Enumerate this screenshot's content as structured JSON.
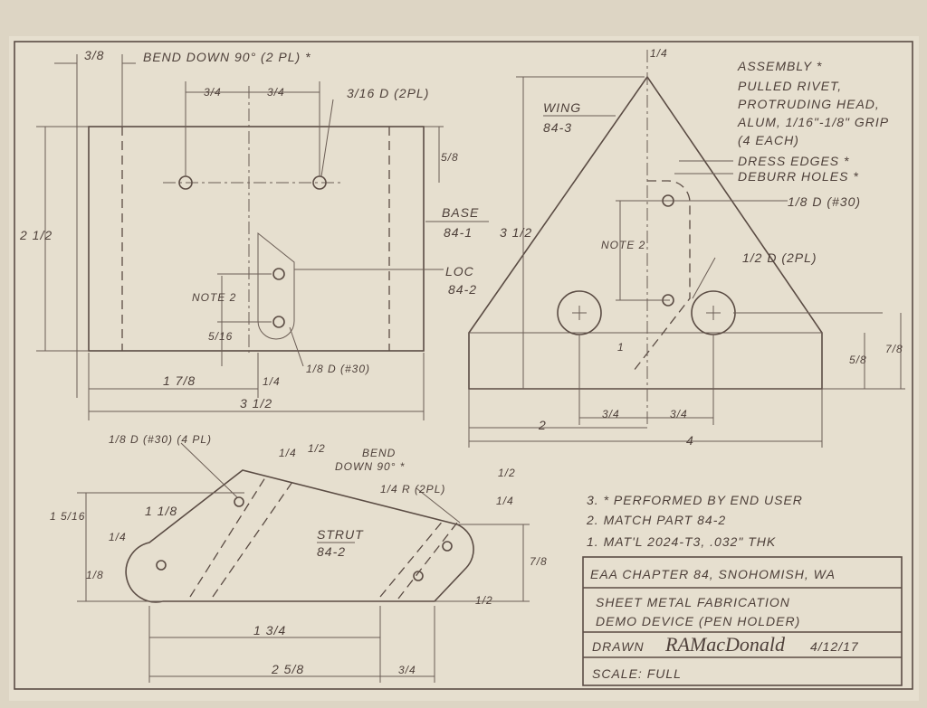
{
  "base_view": {
    "bend_offset": "3/8",
    "bend_note": "BEND DOWN 90° (2 PL) *",
    "hole_spacing_left": "3/4",
    "hole_spacing_right": "3/4",
    "hole_callout": "3/16 D (2PL)",
    "hole_from_top": "5/8",
    "height": "2 1/2",
    "part_name": "BASE",
    "part_number": "84-1",
    "loc_name": "LOC",
    "loc_number": "84-2",
    "note_ref": "NOTE 2",
    "loc_offset": "5/16",
    "loc_hole": "1/8 D (#30)",
    "loc_from_left": "1 7/8",
    "loc_width": "1/4",
    "width": "3 1/2"
  },
  "wing_view": {
    "top_width": "1/4",
    "part_name": "WING",
    "part_number": "84-3",
    "height": "3 1/2",
    "note_ref": "NOTE 2",
    "small_hole": "1/8 D (#30)",
    "large_hole": "1/2 D (2PL)",
    "hole_spacing": "1",
    "hole_height": "5/8",
    "base_height": "7/8",
    "hole_left": "3/4",
    "hole_right": "3/4",
    "half_width": "2",
    "width": "4",
    "dress_edges": "DRESS EDGES *",
    "deburr_holes": "DEBURR HOLES *"
  },
  "assembly_note": {
    "title": "ASSEMBLY *",
    "lines": [
      "PULLED RIVET,",
      "PROTRUDING HEAD,",
      "ALUM, 1/16\"-1/8\" GRIP",
      "(4 EACH)"
    ]
  },
  "strut_view": {
    "hole_callout": "1/8 D (#30) (4 PL)",
    "top_dim_a": "1/4",
    "top_dim_b": "1/2",
    "bend_note_1": "BEND",
    "bend_note_2": "DOWN 90° *",
    "left_len": "1 1/8",
    "left_height": "1 5/16",
    "edge_a": "1/4",
    "edge_b": "1/8",
    "part_name": "STRUT",
    "part_number": "84-2",
    "radius": "1/4 R (2PL)",
    "right_a": "1/2",
    "right_b": "1/4",
    "right_height": "7/8",
    "right_c": "1/2",
    "bottom_a": "1 3/4",
    "bottom_b": "2 5/8",
    "bottom_c": "3/4"
  },
  "notes": [
    "3. * PERFORMED BY END USER",
    "2. MATCH PART 84-2",
    "1. MAT'L 2024-T3, .032\" THK"
  ],
  "title_block": {
    "org": "EAA CHAPTER 84, SNOHOMISH, WA",
    "title_1": "SHEET METAL FABRICATION",
    "title_2": "DEMO DEVICE (PEN HOLDER)",
    "drawn_label": "DRAWN",
    "drawn_by": "RAMacDonald",
    "date": "4/12/17",
    "scale": "SCALE: FULL"
  }
}
